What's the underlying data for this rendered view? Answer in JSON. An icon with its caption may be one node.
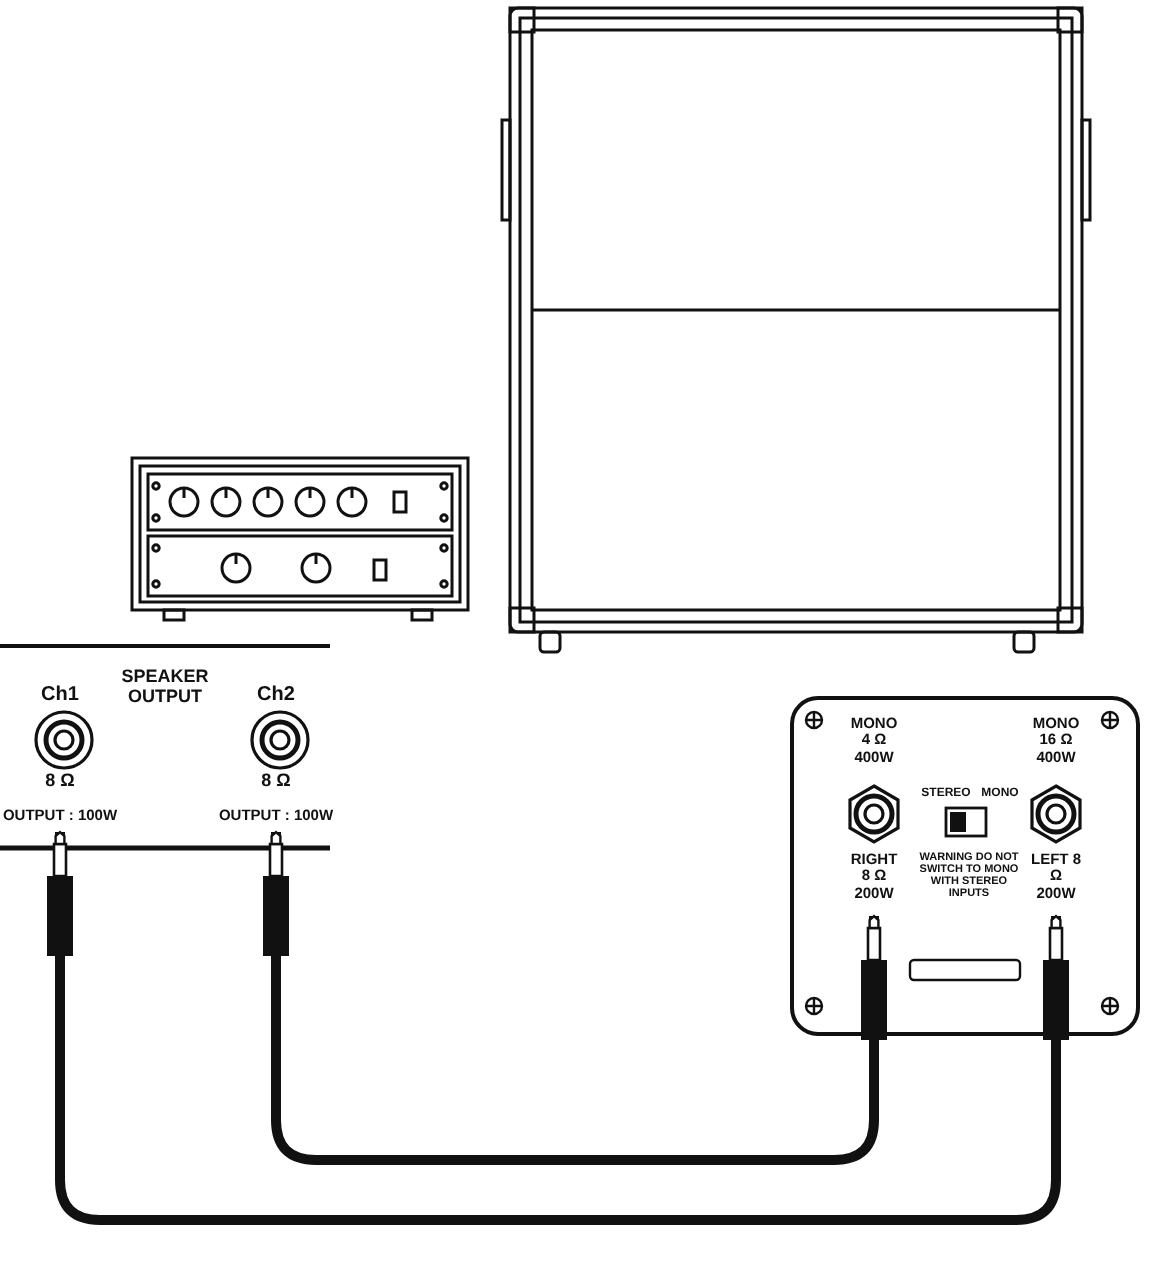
{
  "diagram": {
    "nodes": [
      {
        "text": [
          "SPEAKER OUTPUT"
        ]
      },
      {
        "text": [
          "Ch1",
          "8 Ω",
          "OUTPUT : 100W"
        ],
        "in": 0
      },
      {
        "text": [
          "Ch2",
          "8 Ω",
          "OUTPUT : 100W"
        ],
        "in": 0
      },
      {
        "text": [
          "STEREO",
          "MONO",
          "WARNING DO NOT SWITCH TO MONO WITH STEREO INPUTS"
        ]
      },
      {
        "text": [
          "MONO 4 Ω 400W",
          "RIGHT 8 Ω 200W"
        ],
        "in": 3
      },
      {
        "text": [
          "MONO 16 Ω 400W",
          "LEFT 8 Ω 200W"
        ],
        "in": 3
      }
    ],
    "edges": [
      {
        "from": 1,
        "to": 5,
        "arrow": "other"
      },
      {
        "from": 2,
        "to": 4,
        "arrow": "other"
      }
    ]
  }
}
